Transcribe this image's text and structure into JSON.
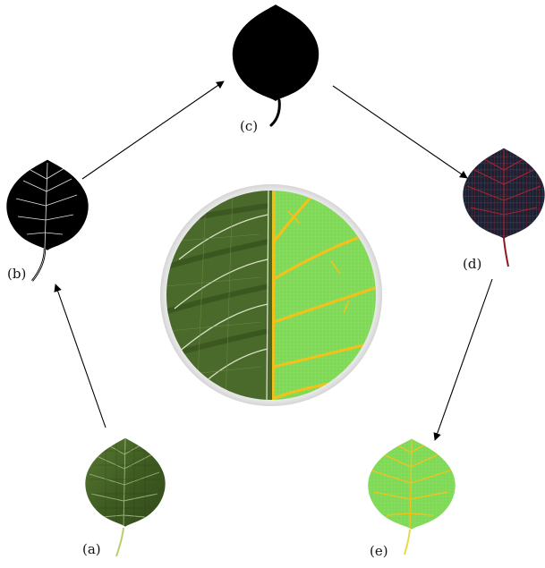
{
  "figure": {
    "stages": [
      {
        "id": "a",
        "label": "(a)",
        "description_color": "#4a6b2a"
      },
      {
        "id": "b",
        "label": "(b)",
        "description_color": "#000000"
      },
      {
        "id": "c",
        "label": "(c)",
        "description_color": "#000000"
      },
      {
        "id": "d",
        "label": "(d)",
        "description_color": "#1b1e2e"
      },
      {
        "id": "e",
        "label": "(e)",
        "description_color": "#7fdc50"
      }
    ],
    "flow": [
      "a",
      "b",
      "c",
      "d",
      "e"
    ],
    "colors": {
      "leaf_natural": "#4d6b2b",
      "leaf_natural_dark": "#33491b",
      "leaf_natural_vein": "#b9c79a",
      "silhouette": "#000000",
      "vein_white": "#ffffff",
      "grid_dark": "#1c2030",
      "grid_red": "#a8232e",
      "leaf_green_bright": "#78d94c",
      "vein_yellow": "#f2c21a",
      "arrow": "#000000"
    }
  }
}
